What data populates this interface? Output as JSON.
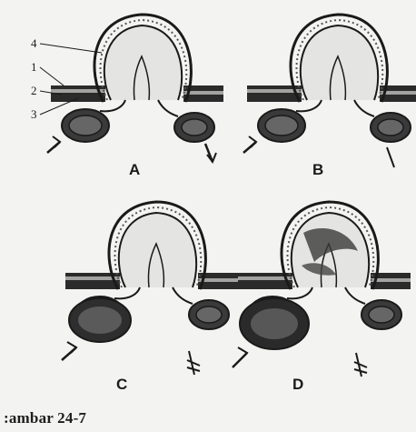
{
  "figure": {
    "panels": [
      {
        "id": "a",
        "label": "A"
      },
      {
        "id": "b",
        "label": "B"
      },
      {
        "id": "c",
        "label": "C"
      },
      {
        "id": "d",
        "label": "D"
      }
    ],
    "numbered_labels": [
      "4",
      "1",
      "2",
      "3"
    ],
    "caption": ":ambar 24-7",
    "colors": {
      "ink": "#1a1a1a",
      "paper": "#f3f3f1",
      "fill_light": "#d9d9d6",
      "fill_dark": "#555555"
    }
  }
}
